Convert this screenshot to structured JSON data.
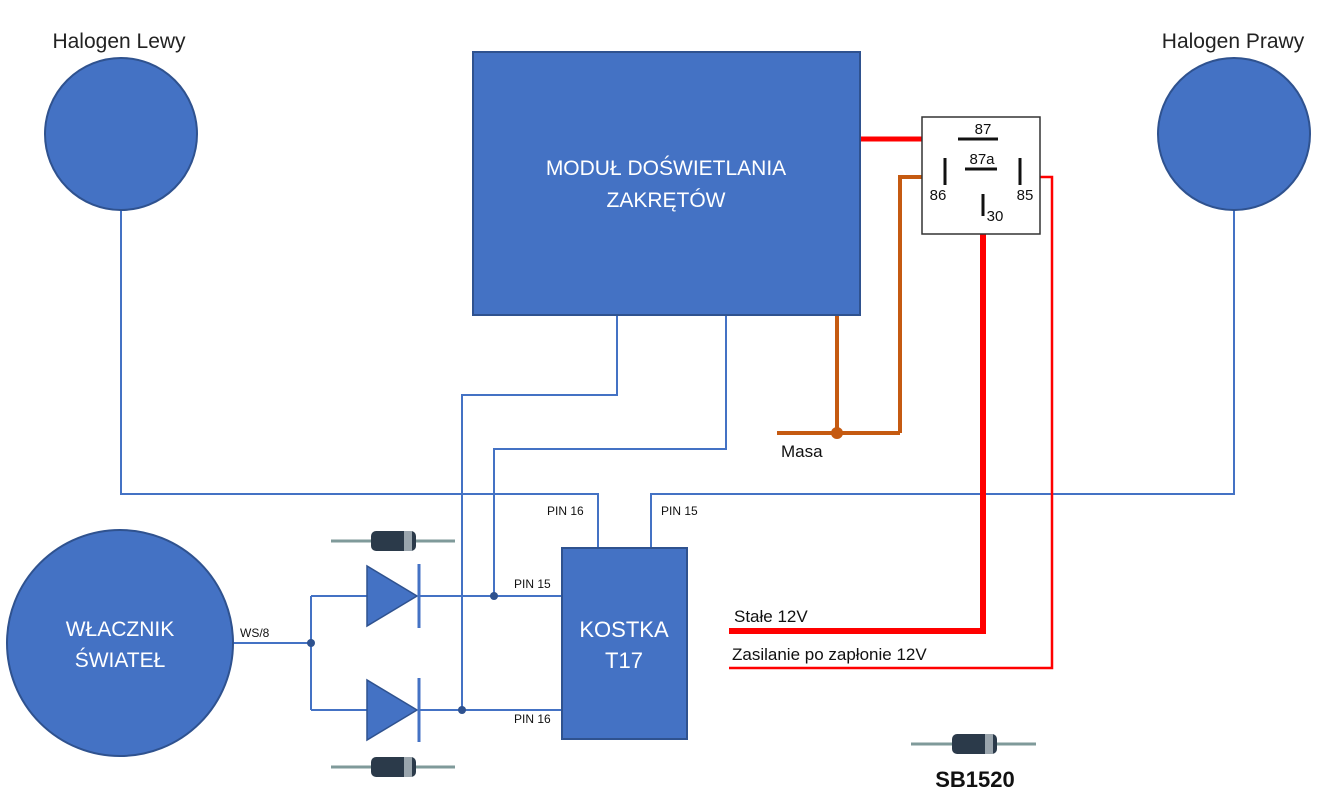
{
  "colors": {
    "box_fill": "#4472c4",
    "box_stroke": "#2f528f",
    "signal_wire": "#4472c4",
    "ground_wire": "#c55a11",
    "power_wire": "#ff0000",
    "diode_body": "#2b3a4a",
    "diode_lead": "#7f9a9a"
  },
  "halogen_left": {
    "label": "Halogen Lewy"
  },
  "halogen_right": {
    "label": "Halogen Prawy"
  },
  "module": {
    "line1": "MODUŁ DOŚWIETLANIA",
    "line2": "ZAKRĘTÓW"
  },
  "relay": {
    "pin87": "87",
    "pin87a": "87a",
    "pin86": "86",
    "pin85": "85",
    "pin30": "30"
  },
  "ground": {
    "label": "Masa"
  },
  "switch": {
    "line1": "WŁACZNIK",
    "line2": "ŚWIATEŁ",
    "wire_label": "WS/8"
  },
  "connector": {
    "line1": "KOSTKA",
    "line2": "T17",
    "pin16_top": "PIN 16",
    "pin15_top": "PIN 15",
    "pin15_left": "PIN 15",
    "pin16_left": "PIN 16"
  },
  "power": {
    "constant": "Stałe 12V",
    "ignition": "Zasilanie po zapłonie 12V"
  },
  "diode": {
    "part_label": "SB1520"
  }
}
